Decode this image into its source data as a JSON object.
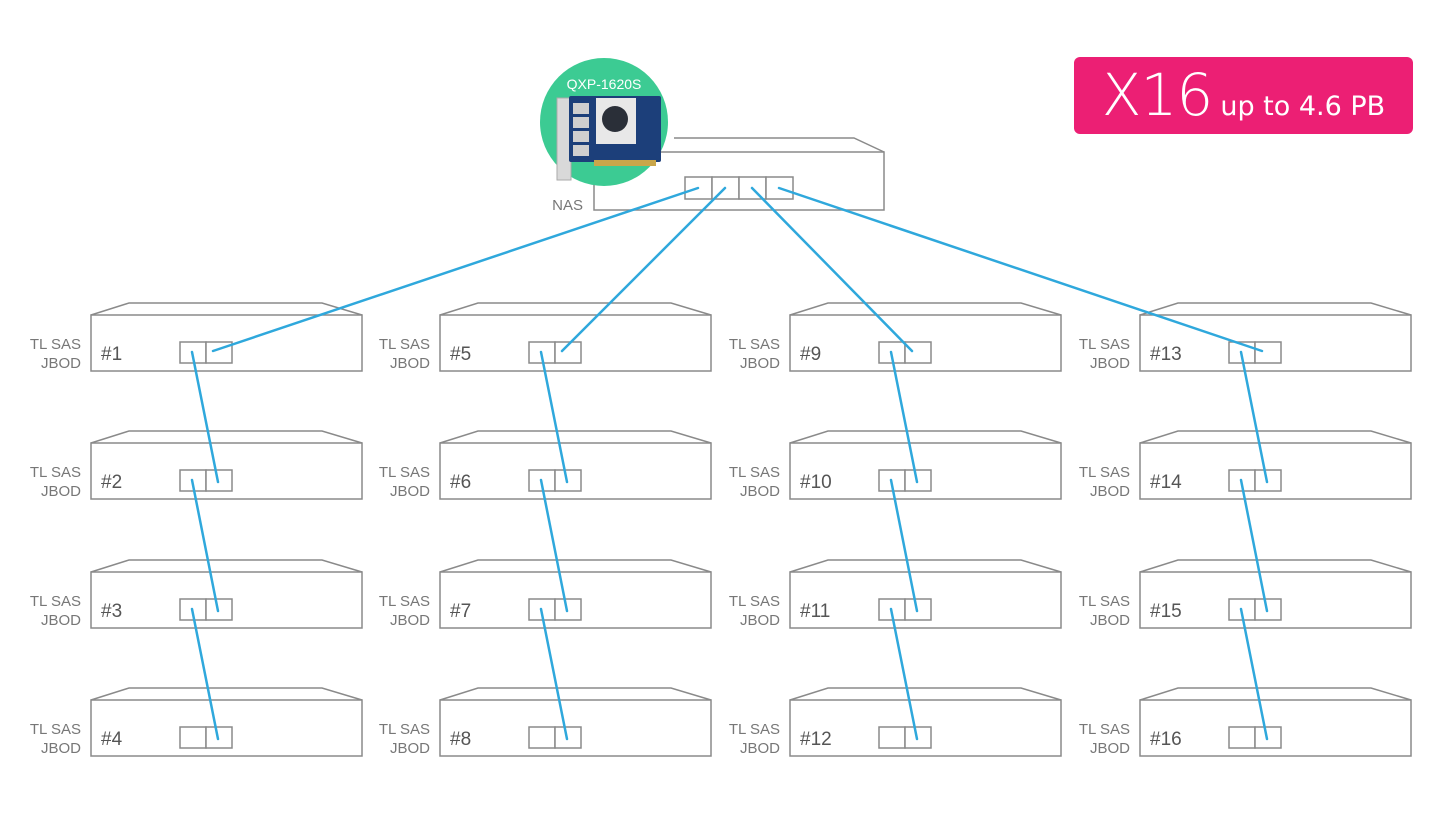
{
  "title": "QXP-1620S connection topology",
  "badge": {
    "count": "X16",
    "capacity": "up to 4.6 PB",
    "color": "#ec1f74"
  },
  "nas": {
    "label": "NAS",
    "card_model": "QXP-1620S",
    "card_bg": "#3ccb93",
    "port_count": 4
  },
  "cable_color": "#2fa8dc",
  "outline_color": "#8a8a8a",
  "jbod_type": "TL SAS\nJBOD",
  "columns": [
    {
      "units": [
        "#1",
        "#2",
        "#3",
        "#4"
      ]
    },
    {
      "units": [
        "#5",
        "#6",
        "#7",
        "#8"
      ]
    },
    {
      "units": [
        "#9",
        "#10",
        "#11",
        "#12"
      ]
    },
    {
      "units": [
        "#13",
        "#14",
        "#15",
        "#16"
      ]
    }
  ]
}
